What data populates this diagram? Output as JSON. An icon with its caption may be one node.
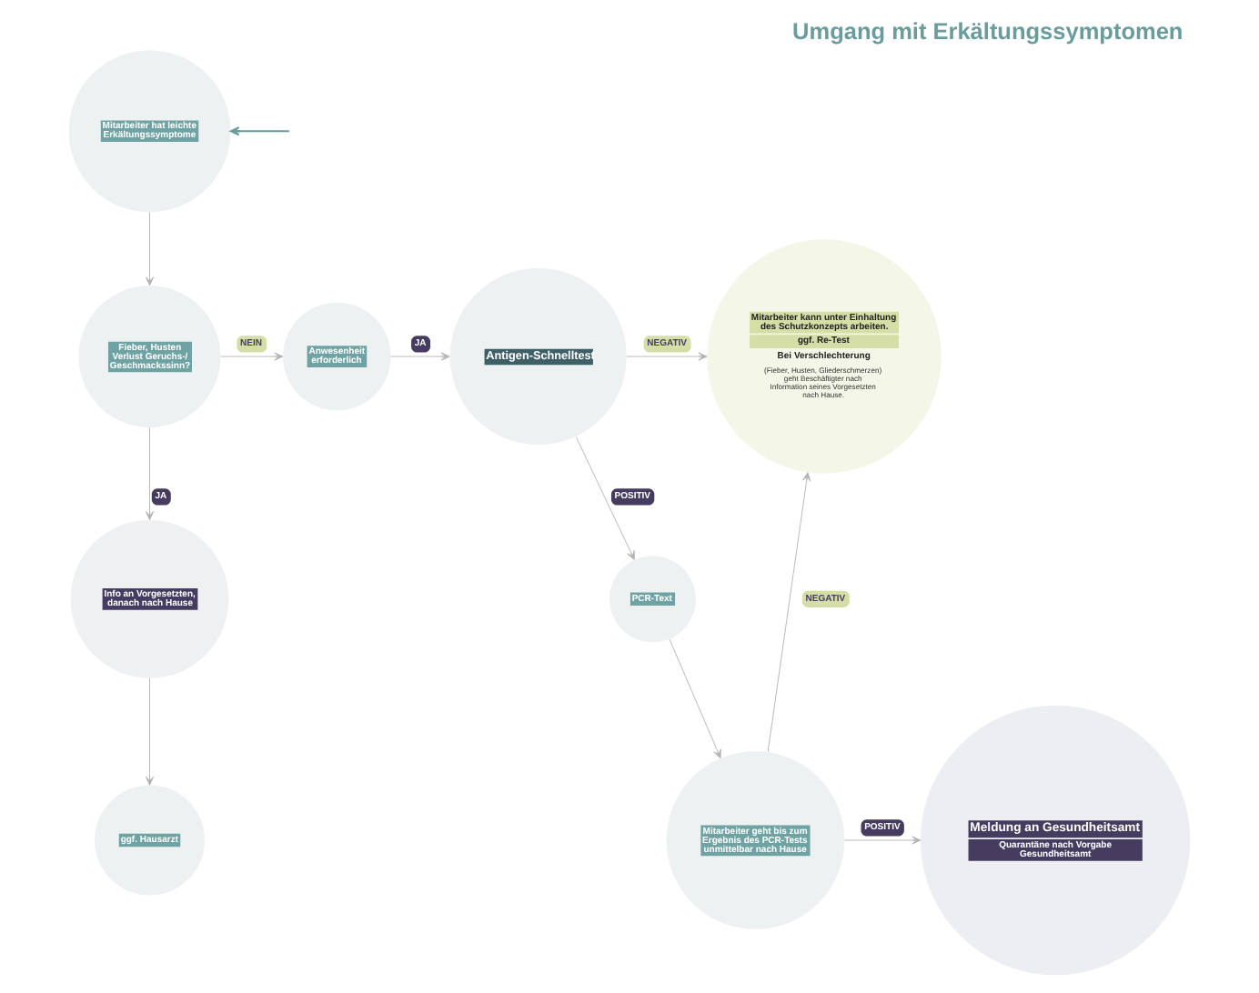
{
  "diagram": {
    "title": "Umgang mit Erkältungssymptomen",
    "nodes": [
      {
        "text": [
          "Mitarbeiter hat leichte Erkältungssymptome"
        ]
      },
      {
        "text": [
          "Fieber, Husten Verlust Geruchs-/ Geschmackssinn?"
        ]
      },
      {
        "text": [
          "Anwesenheit erforderlich"
        ]
      },
      {
        "text": [
          "Antigen-Schnelltest"
        ]
      },
      {
        "text": [
          "Mitarbeiter kann unter Einhaltung des Schutzkonzepts arbeiten.",
          "ggf. Re-Test",
          "Bei Verschlechterung",
          "(Fieber, Husten, Gliederschmerzen) geht Beschäftigter nach Information seines Vorgesetzten nach Hause."
        ]
      },
      {
        "text": [
          "Info an Vorgesetzten, danach nach Hause"
        ]
      },
      {
        "text": [
          "PCR-Text"
        ]
      },
      {
        "text": [
          "ggf. Hausarzt"
        ]
      },
      {
        "text": [
          "Mitarbeiter geht bis zum Ergebnis des PCR-Tests unmittelbar nach Hause"
        ]
      },
      {
        "text": [
          "Meldung an Gesundheitsamt",
          "Quarantäne nach Vorgabe Gesundheitsamt"
        ]
      }
    ],
    "edges": [
      {
        "from": null,
        "to": 0,
        "arrow": "to",
        "color": "#6a9c9c"
      },
      {
        "from": 0,
        "to": 1,
        "arrow": "to"
      },
      {
        "from": 1,
        "to": 2,
        "arrow": "to",
        "label": "NEIN"
      },
      {
        "from": 2,
        "to": 3,
        "arrow": "to",
        "label": "JA"
      },
      {
        "from": 3,
        "to": 4,
        "arrow": "to",
        "label": "NEGATIV"
      },
      {
        "from": 1,
        "to": 5,
        "arrow": "to",
        "label": "JA"
      },
      {
        "from": 3,
        "to": 6,
        "arrow": "to",
        "label": "POSITIV"
      },
      {
        "from": 5,
        "to": 7,
        "arrow": "to"
      },
      {
        "from": 6,
        "to": 8,
        "arrow": "to"
      },
      {
        "from": 8,
        "to": 4,
        "arrow": "to",
        "label": "NEGATIV"
      },
      {
        "from": 8,
        "to": 9,
        "arrow": "to",
        "label": "POSITIV"
      }
    ]
  }
}
